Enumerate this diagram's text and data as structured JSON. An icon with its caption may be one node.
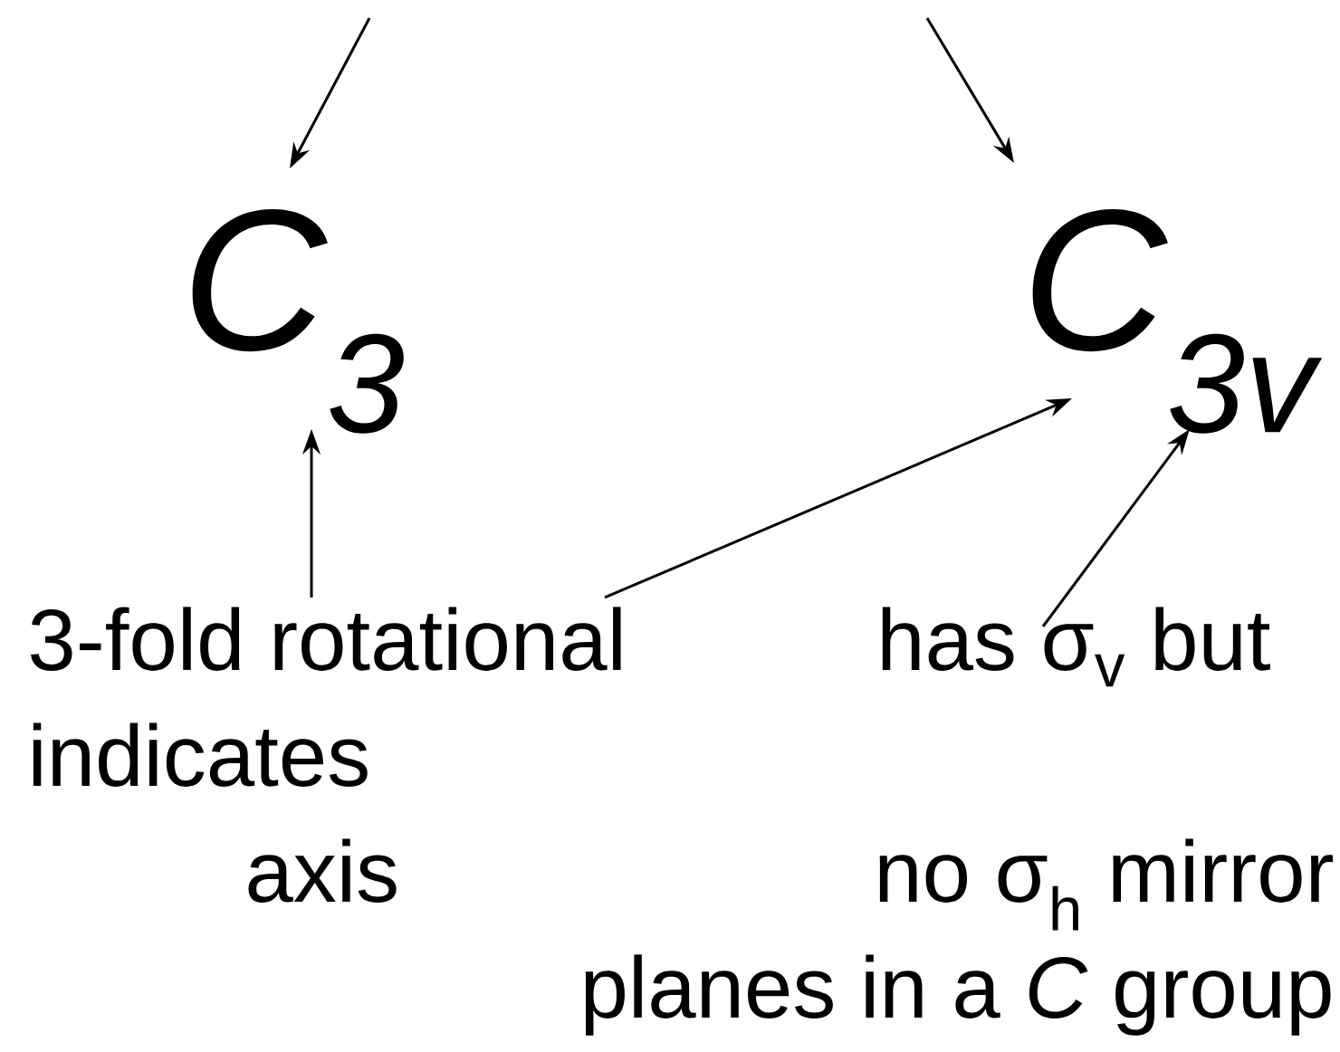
{
  "diagram": {
    "nodes": [
      {
        "text": [
          "C$_{3}$"
        ]
      },
      {
        "text": [
          "C$_{3v}$"
        ]
      },
      {
        "text": [
          "3-fold rotational",
          "indicates",
          "axis"
        ]
      },
      {
        "text": [
          "has σ$_{v}$ but",
          "no σ$_{h}$ mirror",
          "planes in a *C* group"
        ]
      }
    ],
    "edges": [
      {
        "from": null,
        "to": 0,
        "arrow": "to"
      },
      {
        "from": null,
        "to": 1,
        "arrow": "to"
      },
      {
        "from": 2,
        "to": 0,
        "arrow": "to"
      },
      {
        "from": 2,
        "to": 1,
        "arrow": "to"
      },
      {
        "from": 3,
        "to": 1,
        "arrow": "to"
      }
    ]
  }
}
